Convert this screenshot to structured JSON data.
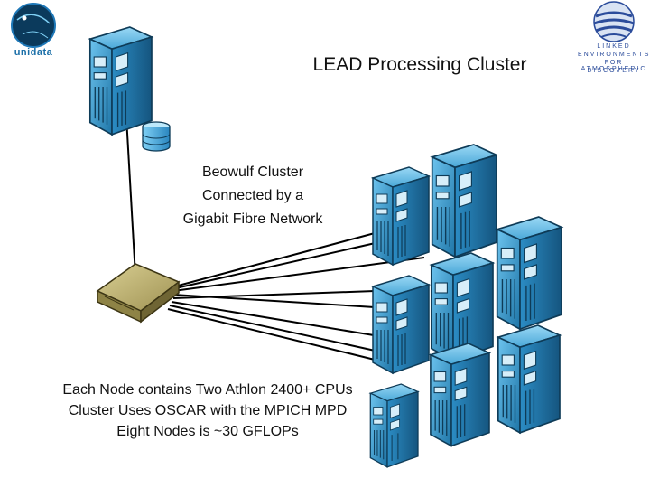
{
  "title": "LEAD Processing Cluster",
  "logo_left": {
    "word": "unidata"
  },
  "logo_right": {
    "lines": [
      "LINKED",
      "ENVIRONMENTS",
      "FOR ATMOSPHERIC",
      "DISCOVERY"
    ]
  },
  "caption_top": [
    "Beowulf Cluster",
    "Connected by a",
    "Gigabit Fibre Network"
  ],
  "caption_bottom": [
    "Each Node contains Two Athlon 2400+ CPUs",
    "Cluster Uses OSCAR with the MPICH MPD",
    "Eight Nodes is ~30 GFLOPs"
  ],
  "colors": {
    "server_light": "#4aa8d8",
    "server_dark": "#1d6f9e",
    "switch": "#b8ac6a",
    "title": "#111111"
  },
  "icons": {
    "head_node": "server-icon",
    "storage": "database-icon",
    "switch": "network-switch-icon",
    "node": "server-icon"
  }
}
